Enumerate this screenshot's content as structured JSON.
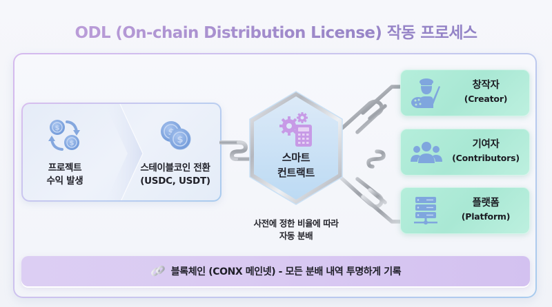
{
  "title": "ODL (On-chain Distribution License) 작동 프로세스",
  "colors": {
    "title_gradient_start": "#c4a3dd",
    "title_gradient_end": "#8d7fc4",
    "panel_blue": "#e5ecf8",
    "icon_blue": "#7fa6de",
    "icon_purple": "#c89be6",
    "card_green": "#b0ecd8",
    "bottom_lavender": "#d9c9f2",
    "chain_gray": "#a9acb3"
  },
  "source_panel": {
    "steps": [
      {
        "icon": "coin-cycle-icon",
        "line1": "프로젝트",
        "line2": "수익 발생"
      },
      {
        "icon": "coins-icon",
        "line1": "스테이블코인 전환",
        "line2": "(USDC, USDT)"
      }
    ]
  },
  "smart_contract": {
    "icon": "gears-calculator-icon",
    "line1": "스마트",
    "line2": "컨트랙트",
    "caption_line1": "사전에 정한 비율에 따라",
    "caption_line2": "자동 분배"
  },
  "recipients": [
    {
      "icon": "artist-icon",
      "title": "창작자",
      "subtitle": "(Creator)"
    },
    {
      "icon": "group-icon",
      "title": "기여자",
      "subtitle": "(Contributors)"
    },
    {
      "icon": "server-icon",
      "title": "플랫폼",
      "subtitle": "(Platform)"
    }
  ],
  "footer": {
    "icon": "chain-link-icon",
    "text": "블록체인 (CONX 메인넷) - 모든 분배 내역 투명하게 기록"
  }
}
